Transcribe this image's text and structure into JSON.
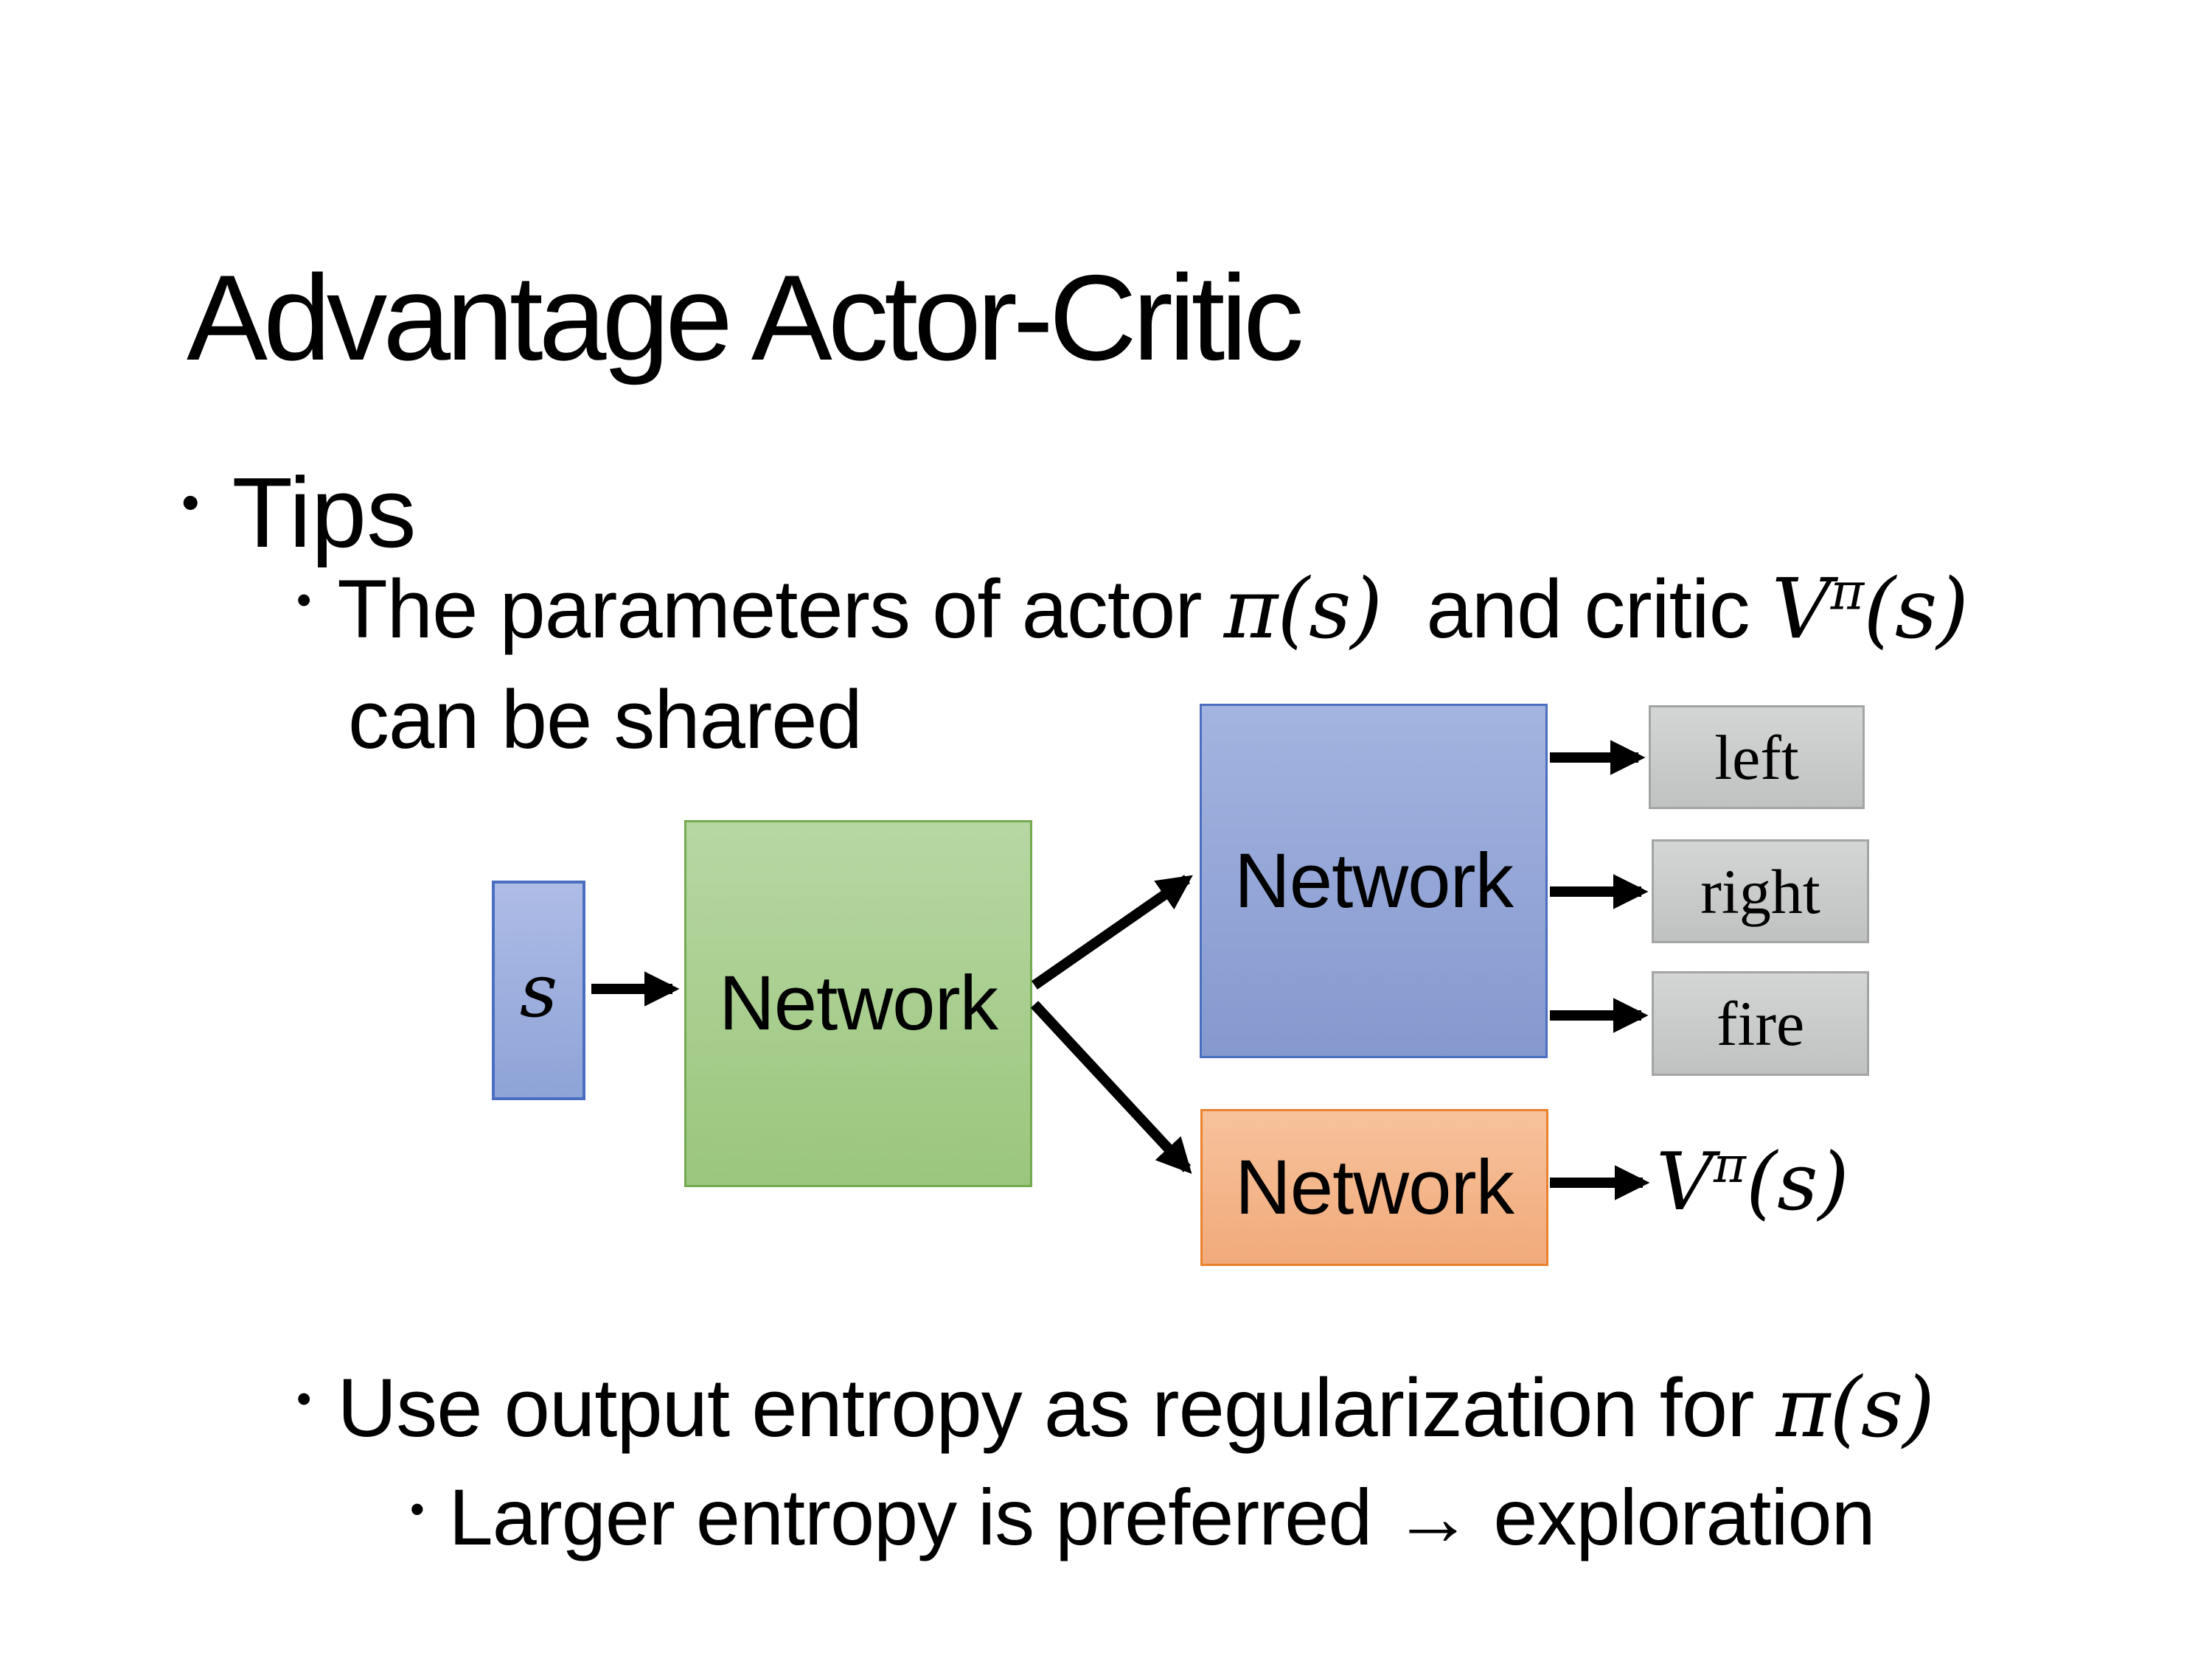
{
  "slide": {
    "title": "Advantage Actor-Critic",
    "bullets": {
      "tips": "Tips",
      "shared": {
        "prefix": "The parameters of actor ",
        "pi_term": "π(s)",
        "middle": "  and critic ",
        "v_base": "V",
        "v_sup": "π",
        "v_args": "(s)",
        "line2": "can be shared"
      },
      "entropy": {
        "prefix": "Use output entropy as regularization for ",
        "pi_term": "π(s)"
      },
      "exploration": "Larger entropy is preferred → exploration"
    },
    "diagram": {
      "state_label": "s",
      "shared_network_label": "Network",
      "actor_network_label": "Network",
      "critic_network_label": "Network",
      "actions": [
        "left",
        "right",
        "fire"
      ],
      "value": {
        "base": "V",
        "sup": "π",
        "args": "(s)"
      }
    },
    "colors": {
      "state_fill": "#9aaedd",
      "state_border": "#4a6fc0",
      "shared_fill": "#a9d18e",
      "shared_border": "#74aa50",
      "actor_fill": "#94a7d7",
      "actor_border": "#4a6fc0",
      "critic_fill": "#f4b183",
      "critic_border": "#e9832f",
      "action_fill": "#c9cbcb",
      "action_border": "#a3a5a5",
      "arrow": "#000000",
      "text": "#000000",
      "background": "#ffffff"
    }
  }
}
